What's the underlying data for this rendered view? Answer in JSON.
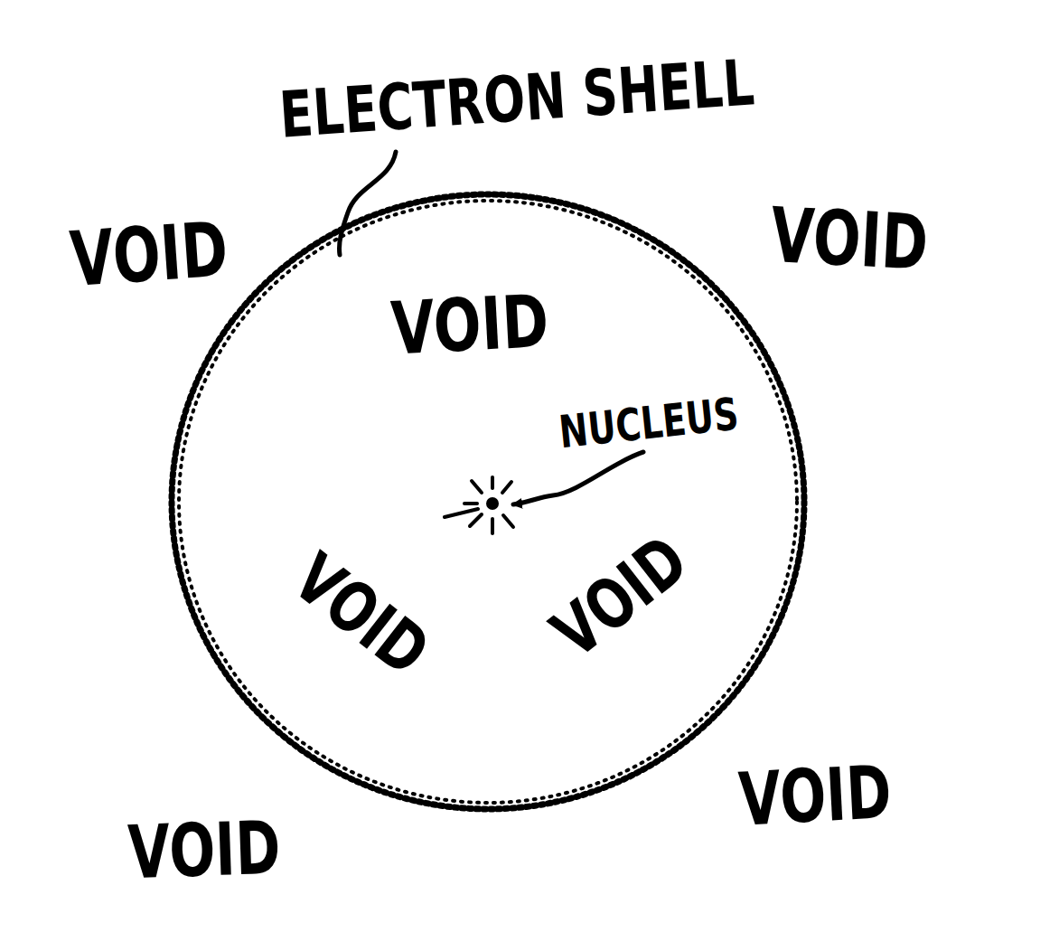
{
  "diagram": {
    "labels": [
      "ELECTRON SHELL",
      "VOID",
      "VOID",
      "VOID",
      "NUCLEUS",
      "VOID",
      "VOID",
      "VOID",
      "VOID"
    ]
  }
}
